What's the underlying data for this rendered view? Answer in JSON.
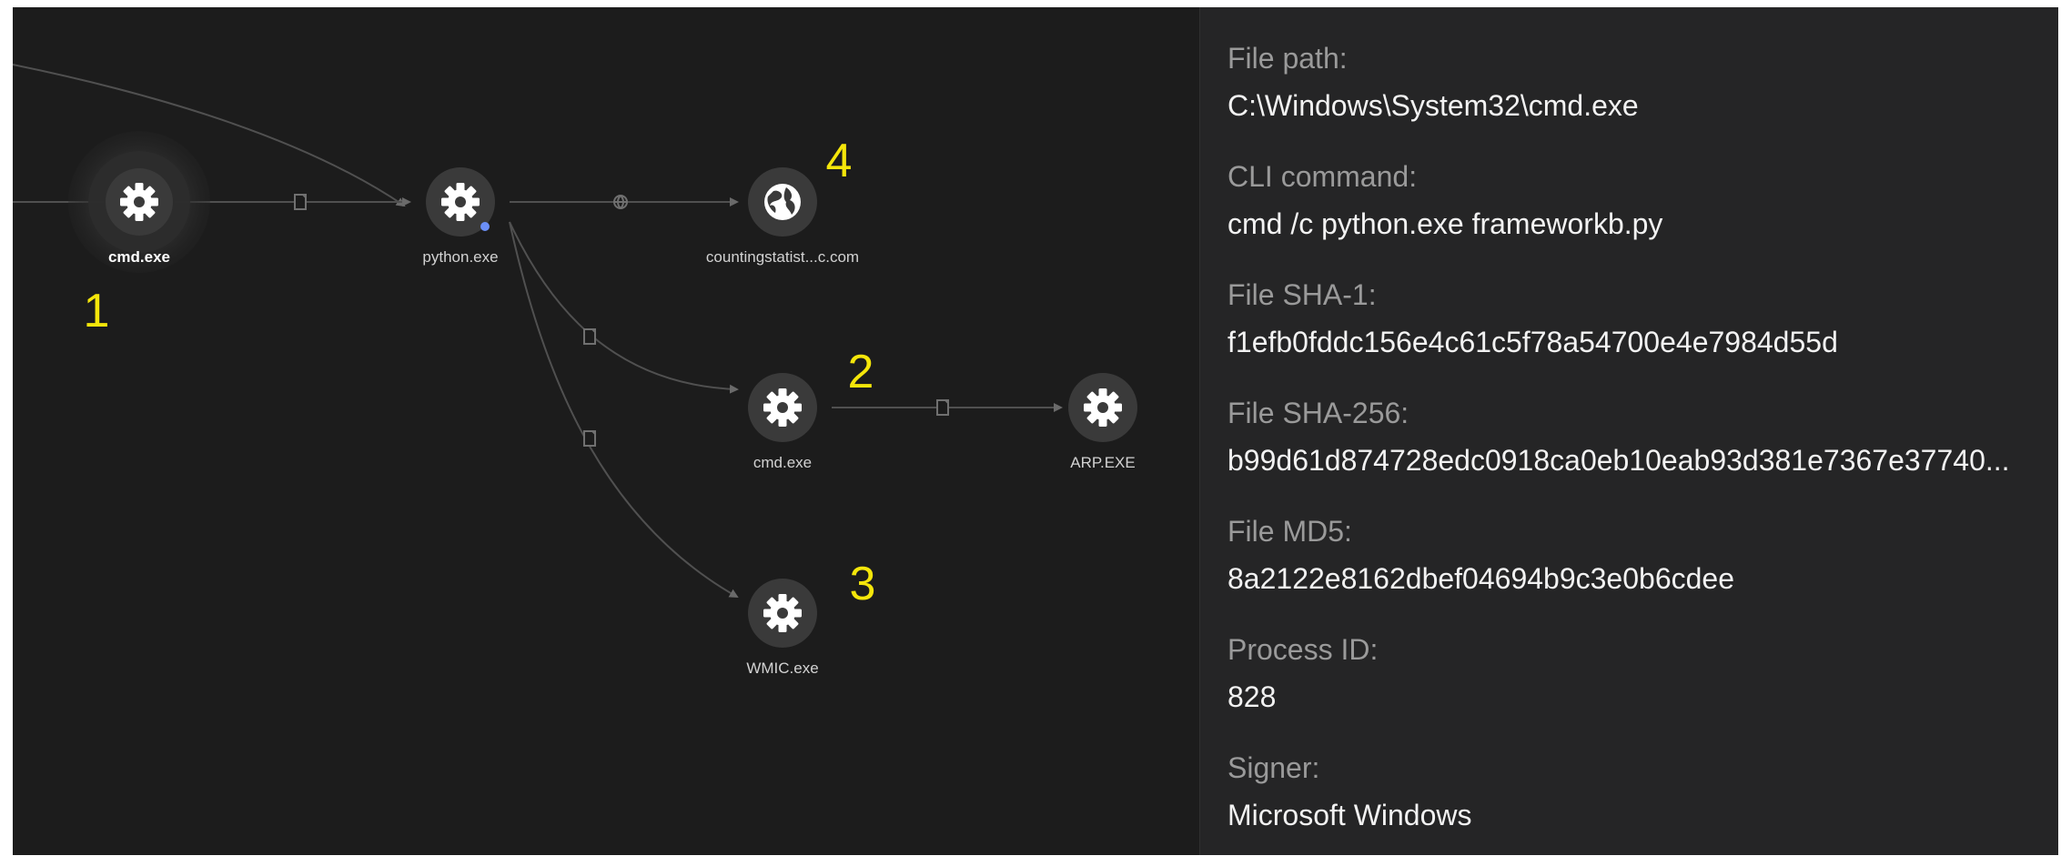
{
  "graph": {
    "nodes": [
      {
        "id": "n-cmd-1",
        "label": "cmd.exe",
        "icon": "gear-icon",
        "selected": true,
        "marker": "1"
      },
      {
        "id": "n-python",
        "label": "python.exe",
        "icon": "gear-icon",
        "selected": false,
        "status_dot": true
      },
      {
        "id": "n-domain",
        "label": "countingstatist...c.com",
        "icon": "globe-icon",
        "selected": false,
        "marker": "4"
      },
      {
        "id": "n-cmd-2",
        "label": "cmd.exe",
        "icon": "gear-icon",
        "selected": false,
        "marker": "2"
      },
      {
        "id": "n-arp",
        "label": "ARP.EXE",
        "icon": "gear-icon",
        "selected": false
      },
      {
        "id": "n-wmic",
        "label": "WMIC.exe",
        "icon": "gear-icon",
        "selected": false,
        "marker": "3"
      }
    ],
    "edges": [
      {
        "from": "n-cmd-1",
        "to": "n-python",
        "icon": "file-icon"
      },
      {
        "from": "n-python",
        "to": "n-domain",
        "icon": "network-icon"
      },
      {
        "from": "n-python",
        "to": "n-cmd-2",
        "icon": "file-icon"
      },
      {
        "from": "n-python",
        "to": "n-wmic",
        "icon": "file-icon"
      },
      {
        "from": "n-cmd-2",
        "to": "n-arp",
        "icon": "file-icon"
      }
    ],
    "colors": {
      "background": "#1c1c1c",
      "node": "#3a3a3a",
      "edge": "#5a5a5a",
      "marker": "#f5e60a",
      "status_dot": "#6b8ff7"
    }
  },
  "details": {
    "fields": [
      {
        "label": "File path:",
        "value": "C:\\Windows\\System32\\cmd.exe"
      },
      {
        "label": "CLI command:",
        "value": "cmd /c python.exe frameworkb.py"
      },
      {
        "label": "File SHA-1:",
        "value": "f1efb0fddc156e4c61c5f78a54700e4e7984d55d"
      },
      {
        "label": "File SHA-256:",
        "value": "b99d61d874728edc0918ca0eb10eab93d381e7367e37740..."
      },
      {
        "label": "File MD5:",
        "value": "8a2122e8162dbef04694b9c3e0b6cdee"
      },
      {
        "label": "Process ID:",
        "value": "828"
      },
      {
        "label": "Signer:",
        "value": "Microsoft Windows"
      }
    ]
  }
}
